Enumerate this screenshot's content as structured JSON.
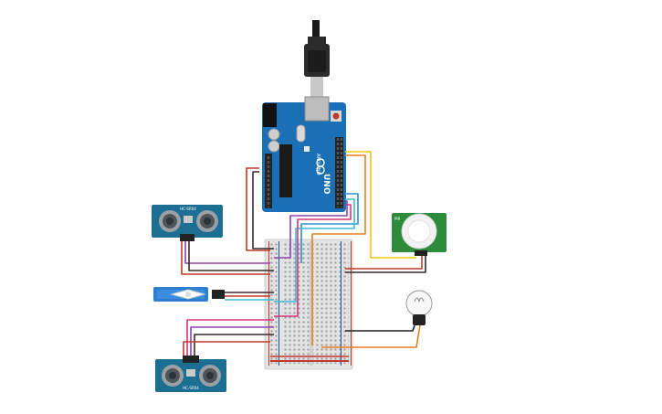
{
  "arduino": {
    "label_uno": "UNO",
    "label_arduino": "ARDUINO",
    "board_color": "#1a6fb5",
    "header_color": "#222222"
  },
  "sensors": {
    "ultrasonic_top_label": "HC-SR04",
    "ultrasonic_bottom_label": "HC-SR04",
    "pir_label": "PIR",
    "ultrasonic_color": "#1d6e93",
    "pir_color": "#2e8b3a"
  },
  "components": [
    "usb-cable",
    "arduino-uno",
    "breadboard",
    "ultrasonic-sensor-top",
    "micro-servo",
    "ultrasonic-sensor-bottom",
    "pir-sensor",
    "light-bulb"
  ],
  "wire_colors": {
    "red": "#c0392b",
    "dark": "#3a2a2a",
    "purple": "#8e44ad",
    "blue": "#2f8fcf",
    "cyan": "#41b8d6",
    "pink": "#d6337b",
    "orange": "#e67e22",
    "yellow": "#f1c40f",
    "black": "#222222"
  }
}
